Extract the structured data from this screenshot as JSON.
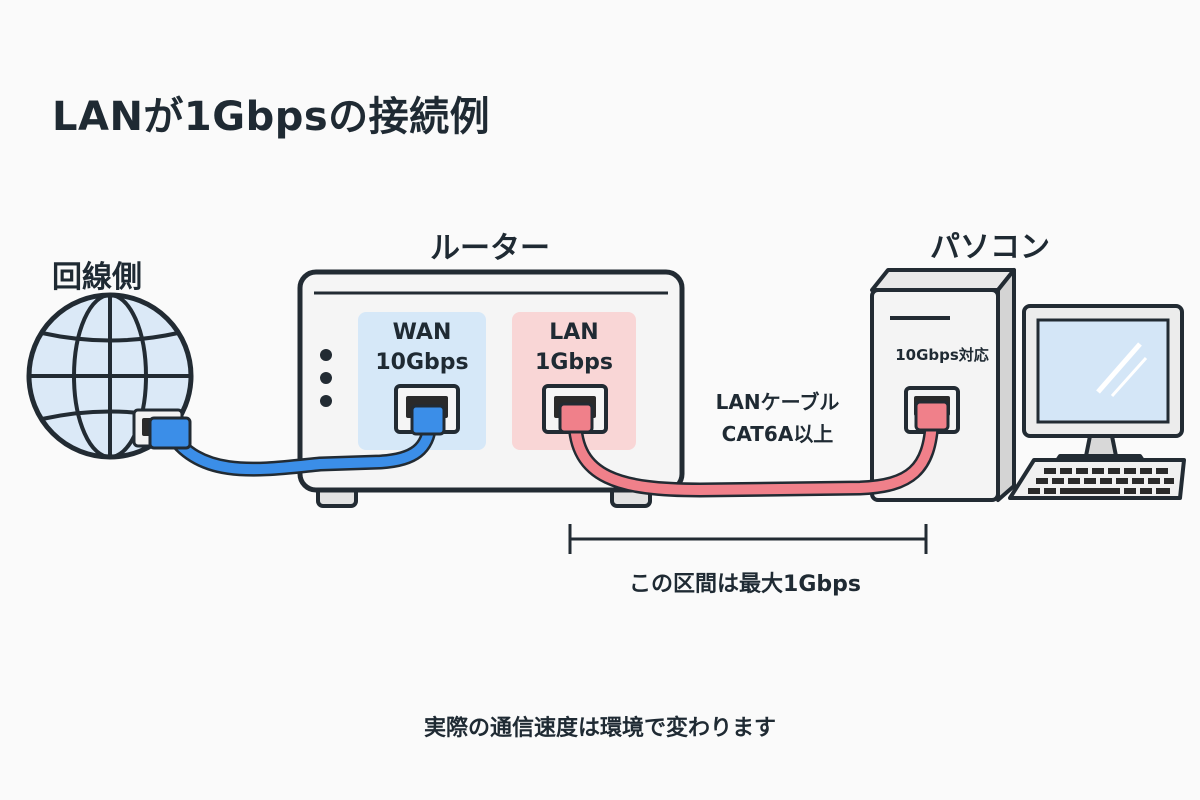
{
  "title": "LANが1Gbpsの接続例",
  "labels": {
    "line_side": "回線側",
    "router": "ルーター",
    "pc": "パソコン"
  },
  "router": {
    "wan": {
      "name": "WAN",
      "speed": "10Gbps"
    },
    "lan": {
      "name": "LAN",
      "speed": "1Gbps"
    }
  },
  "pc": {
    "badge": "10Gbps対応"
  },
  "cable": {
    "line1": "LANケーブル",
    "line2": "CAT6A以上"
  },
  "span": {
    "label": "この区間は最大1Gbps"
  },
  "footnote": "実際の通信速度は環境で変わります",
  "colors": {
    "wan_cable": "#3b8ee8",
    "lan_cable": "#f0808a",
    "wan_panel": "#d6e8f8",
    "lan_panel": "#f9d6d6",
    "globe_fill": "#dbe9f7",
    "outline": "#222b33"
  }
}
